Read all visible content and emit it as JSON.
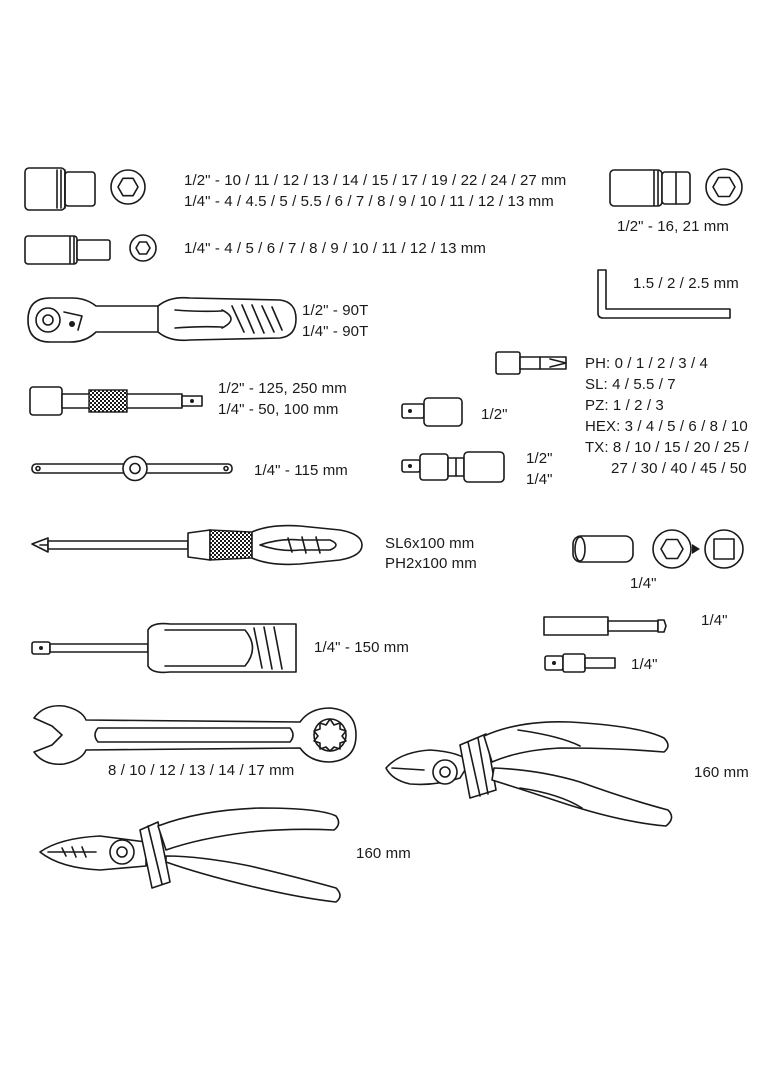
{
  "colors": {
    "line": "#1a1a1a",
    "background": "#ffffff"
  },
  "labels": {
    "sockets_row1": "1/2\"   -     10 / 11 / 12 / 13 / 14 / 15 / 17 / 19 / 22 / 24 / 27 mm",
    "sockets_row2": "1/4\"   -     4 / 4.5 / 5 / 5.5 / 6 / 7 / 8 / 9 / 10 / 11 / 12 / 13 mm",
    "deep_sockets": "1/4\"   -     4 / 5 / 6 / 7 / 8 / 9 / 10 / 11 / 12 / 13 mm",
    "spark_socket": "1/2\"   -    16, 21 mm",
    "hex_keys": "1.5 / 2 / 2.5 mm",
    "ratchet_1": "1/2\"   -   90T",
    "ratchet_2": "1/4\"   -   90T",
    "bits_ph": "PH: 0 / 1 / 2 / 3 / 4",
    "bits_sl": "SL: 4 / 5.5 / 7",
    "bits_pz": "PZ: 1 / 2 / 3",
    "bits_hex": "HEX: 3 / 4 / 5 / 6 / 8 / 10",
    "bits_tx1": "TX: 8 / 10 / 15 / 20 / 25 /",
    "bits_tx2": "27 / 30 / 40 / 45 / 50",
    "extension_1": "1/2\"   -   125, 250 mm",
    "extension_2": "1/4\"   -   50, 100 mm",
    "adapter": "1/2\"",
    "ujoint_1": "1/2\"",
    "ujoint_2": "1/4\"",
    "t_bar": "1/4\"   -   115 mm",
    "screwdriver_1": "SL6x100 mm",
    "screwdriver_2": "PH2x100 mm",
    "bit_socket_adapter": "1/4\"",
    "bit_holder": "1/4\"",
    "bit_adapter": "1/4\"",
    "spinner": "1/4\"   -   150 mm",
    "wrench": "8 / 10 / 12 / 13 / 14 / 17 mm",
    "diagonal_pliers": "160 mm",
    "combination_pliers": "160 mm"
  }
}
